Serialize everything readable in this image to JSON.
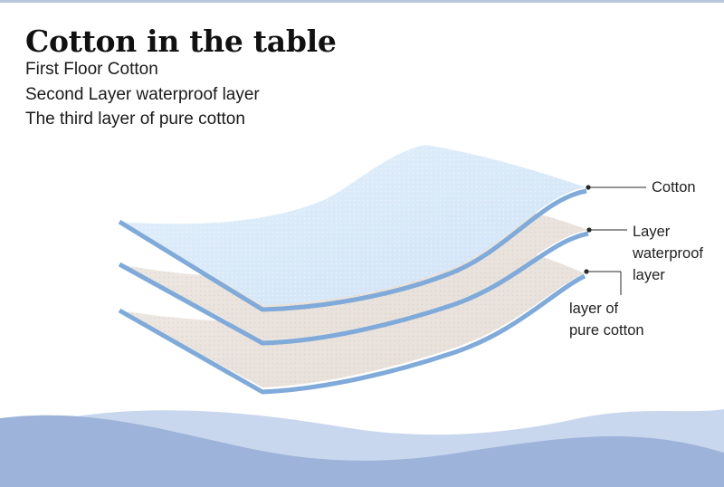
{
  "heading": {
    "title": "Cotton in the table",
    "lines": [
      "First Floor Cotton",
      "Second Layer waterproof layer",
      "The third layer of pure cotton"
    ]
  },
  "callouts": [
    {
      "lines": [
        "Cotton"
      ]
    },
    {
      "lines": [
        "Layer",
        "waterproof",
        "layer"
      ]
    },
    {
      "lines": [
        "layer of",
        "pure cotton"
      ]
    }
  ],
  "colors": {
    "top_layer": "#d5e8f8",
    "middle_layer": "#ede6e0",
    "bottom_layer": "#e9e3dd",
    "layer_edge": "#7faad9",
    "wave_front": "#9db3d9",
    "wave_back": "#c9d7ee",
    "leader_line": "#2a2a2a"
  }
}
